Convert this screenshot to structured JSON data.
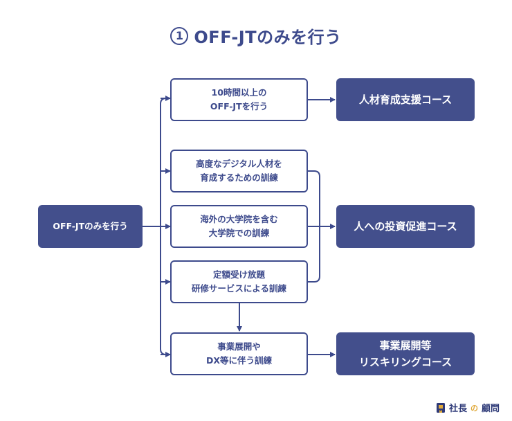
{
  "title": {
    "number": "1",
    "text": "OFF-JTのみを行う"
  },
  "source": {
    "line1": "OFF-JTのみを行う"
  },
  "options": [
    {
      "line1": "10時間以上の",
      "line2": "OFF-JTを行う"
    },
    {
      "line1": "高度なデジタル人材を",
      "line2": "育成するための訓練"
    },
    {
      "line1": "海外の大学院を含む",
      "line2": "大学院での訓練"
    },
    {
      "line1": "定額受け放題",
      "line2": "研修サービスによる訓練"
    },
    {
      "line1": "事業展開や",
      "line2": "DX等に伴う訓練"
    }
  ],
  "courses": [
    {
      "line1": "人材育成支援コース"
    },
    {
      "line1": "人への投資促進コース"
    },
    {
      "line1": "事業展開等",
      "line2": "リスキリングコース"
    }
  ],
  "brand": {
    "part1": "社長",
    "part2": "の",
    "part3": "顧問"
  },
  "colors": {
    "primary": "#3d4a8c",
    "filled_box": "#434f8c",
    "brand_accent": "#e0a93a"
  }
}
